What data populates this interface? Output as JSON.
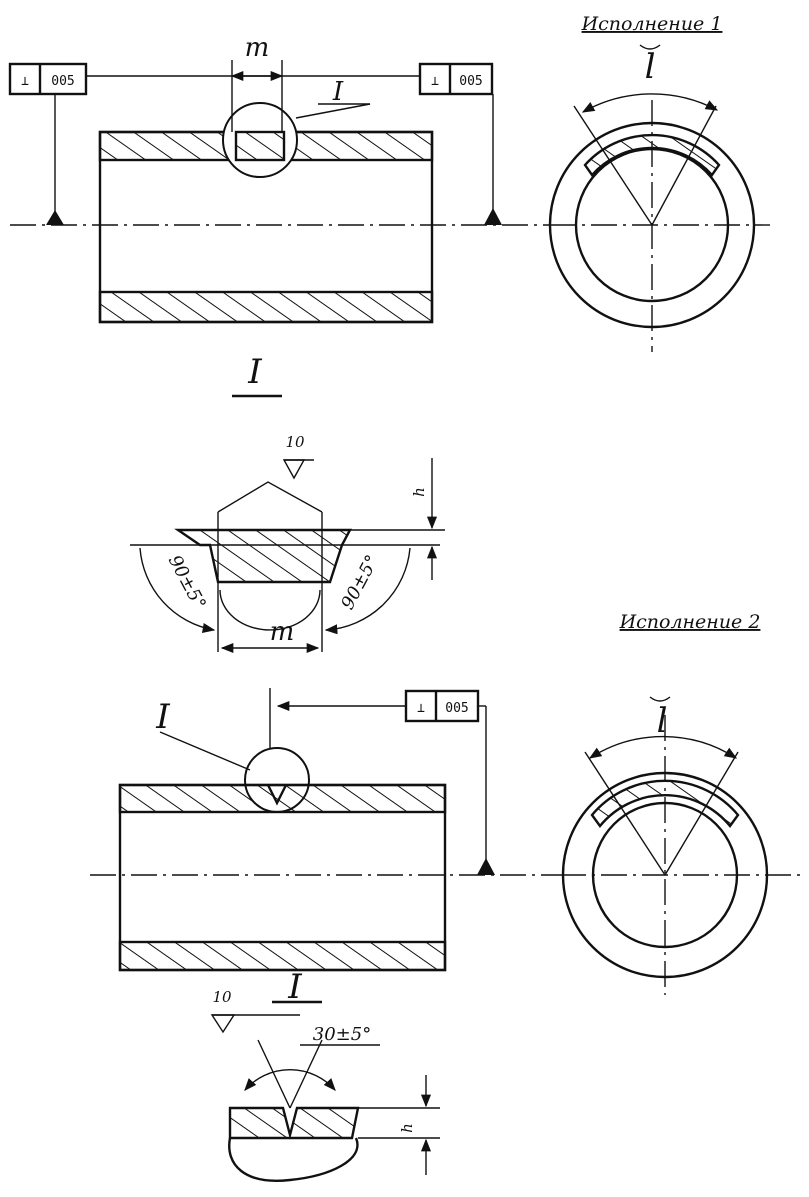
{
  "variant1": {
    "title": "Исполнение 1",
    "dim_m": "m",
    "detail_ref": "I",
    "dim_l": "l",
    "tol_symbol": "⊥",
    "tol_value": "005"
  },
  "detail1": {
    "title": "I",
    "roughness": "10",
    "dim_h": "h",
    "angle_left": "90±5°",
    "angle_right": "90±5°",
    "dim_m": "m"
  },
  "variant2": {
    "title": "Исполнение 2",
    "detail_ref": "I",
    "dim_l": "l",
    "tol_symbol": "⊥",
    "tol_value": "005"
  },
  "detail2": {
    "title": "I",
    "roughness": "10",
    "angle": "30±5°",
    "dim_h": "h"
  }
}
